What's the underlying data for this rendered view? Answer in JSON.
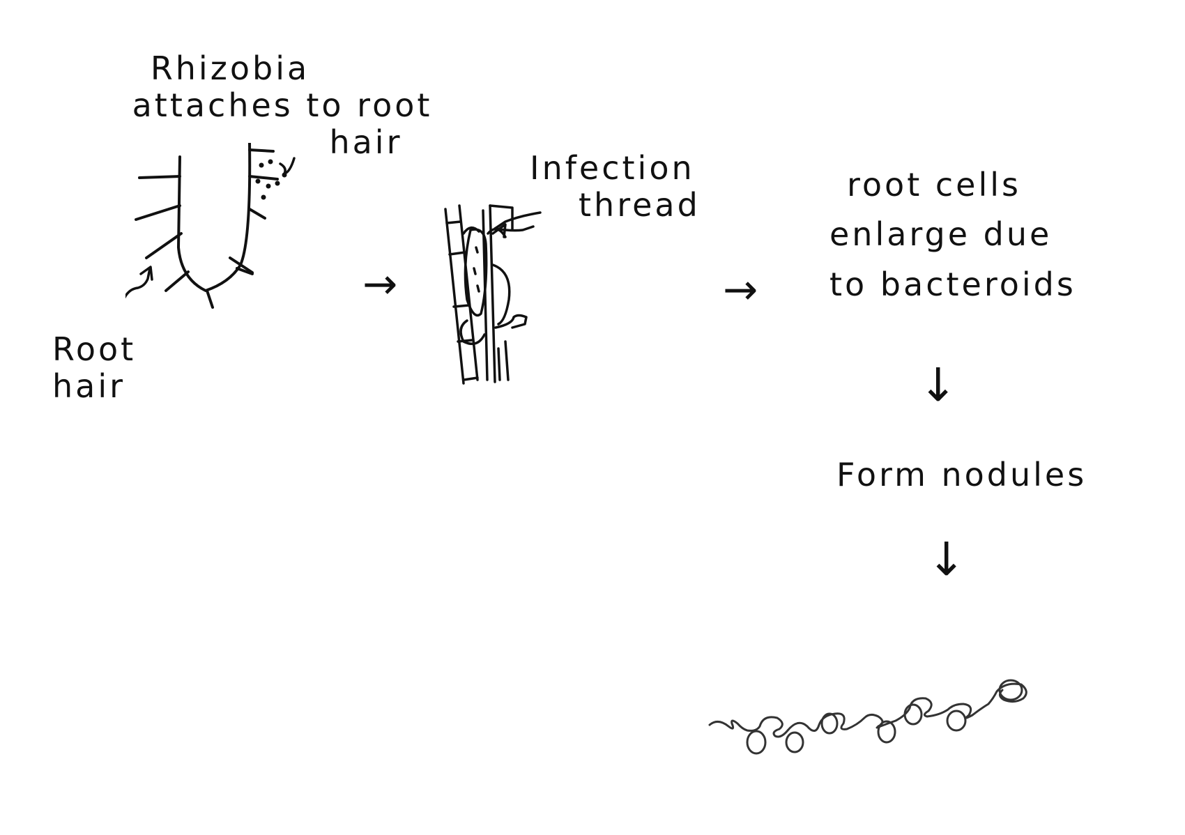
{
  "labels": {
    "rhizobia_line1": "Rhizobia",
    "rhizobia_line2": "attaches to root",
    "rhizobia_line3": "hair",
    "root_hair_line1": "Root",
    "root_hair_line2": "hair",
    "infection_line1": "Infection",
    "infection_line2": "thread",
    "cells_line1": "root  cells",
    "cells_line2": "enlarge due",
    "cells_line3": "to bacteroids",
    "nodules": "Form  nodules"
  },
  "arrows": {
    "right_1": "→",
    "right_2": "→",
    "down_1": "↓",
    "down_2": "↓"
  }
}
